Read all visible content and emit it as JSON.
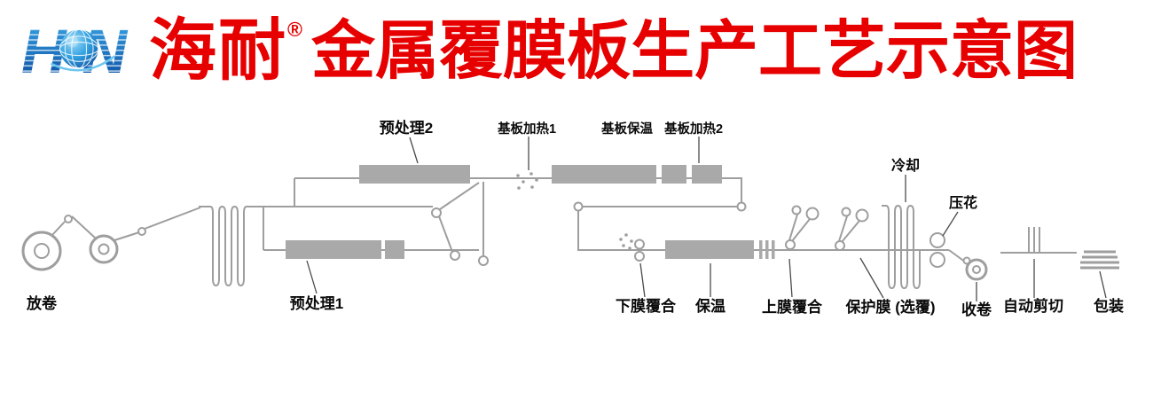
{
  "header": {
    "logo": {
      "h": "H",
      "n": "N"
    },
    "brand": "海耐",
    "registered_mark": "®",
    "title": "金属覆膜板生产工艺示意图"
  },
  "colors": {
    "brand_red": "#e60000",
    "logo_blue_light": "#3aa8e8",
    "logo_blue_dark": "#0a4a9e",
    "machine_line_gray": "#9e9e9e",
    "machine_box_gray": "#a9a9a9",
    "label_black": "#0a0a0a"
  },
  "steps": {
    "unwind": "放卷",
    "pretreat1": "预处理1",
    "pretreat2": "预处理2",
    "substrate_heat1": "基板加热1",
    "substrate_hold": "基板保温",
    "substrate_heat2": "基板加热2",
    "lower_film": "下膜覆合",
    "insulation": "保温",
    "upper_film": "上膜覆合",
    "protective_film": "保护膜 (选覆)",
    "cooling": "冷却",
    "embossing": "压花",
    "rewind": "收卷",
    "auto_cut": "自动剪切",
    "packing": "包装"
  }
}
